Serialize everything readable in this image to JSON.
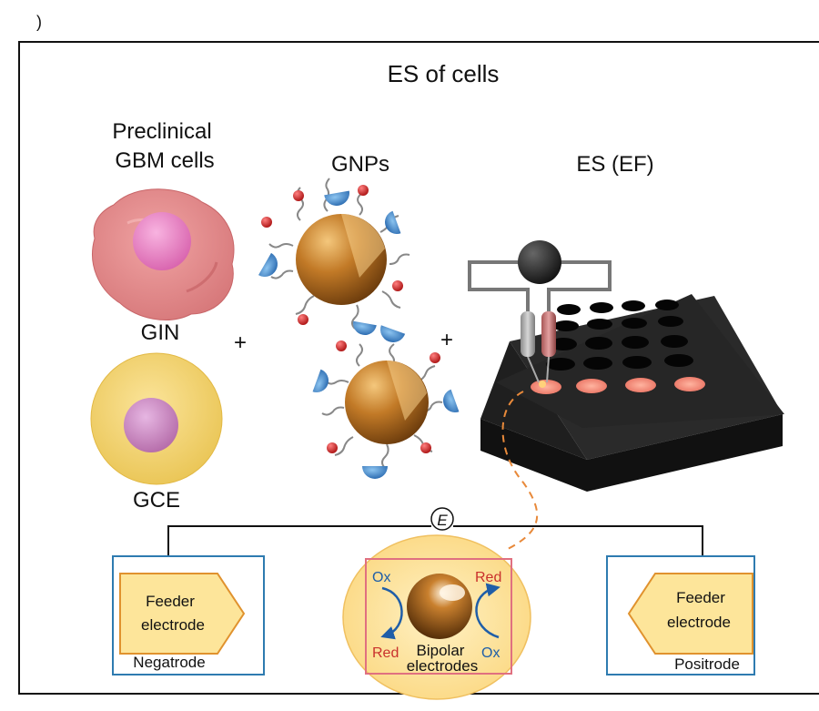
{
  "panel_marker": ")",
  "title": "ES of cells",
  "cells": {
    "heading_line1": "Preclinical",
    "heading_line2": "GBM cells",
    "gin_label": "GIN",
    "gce_label": "GCE"
  },
  "gnps_label": "GNPs",
  "es_label": "ES (EF)",
  "plus_signs": [
    "+",
    "+"
  ],
  "circuit": {
    "e_symbol": "E",
    "left_feeder_line1": "Feeder",
    "left_feeder_line2": "electrode",
    "left_caption": "Negatrode",
    "right_feeder_line1": "Feeder",
    "right_feeder_line2": "electrode",
    "right_caption": "Positrode",
    "ox_top_left": "Ox",
    "red_top_right": "Red",
    "red_bottom_left": "Red",
    "ox_bottom_right": "Ox",
    "bipolar_line1": "Bipolar",
    "bipolar_line2": "electrodes"
  },
  "colors": {
    "frame": "#111111",
    "electrode_box": "#2e7bb0",
    "bipolar_box": "#e07080",
    "feeder_fill": "#fde59a",
    "feeder_stroke": "#e0922e",
    "redox_text": "#1f5ea8",
    "red_text": "#c9302c",
    "dashed_link": "#e8893a",
    "gin_cell": "#e48a8c",
    "gce_cell": "#f1d26a",
    "plate": "#1a1a1a",
    "gold": "#b36d1c"
  }
}
